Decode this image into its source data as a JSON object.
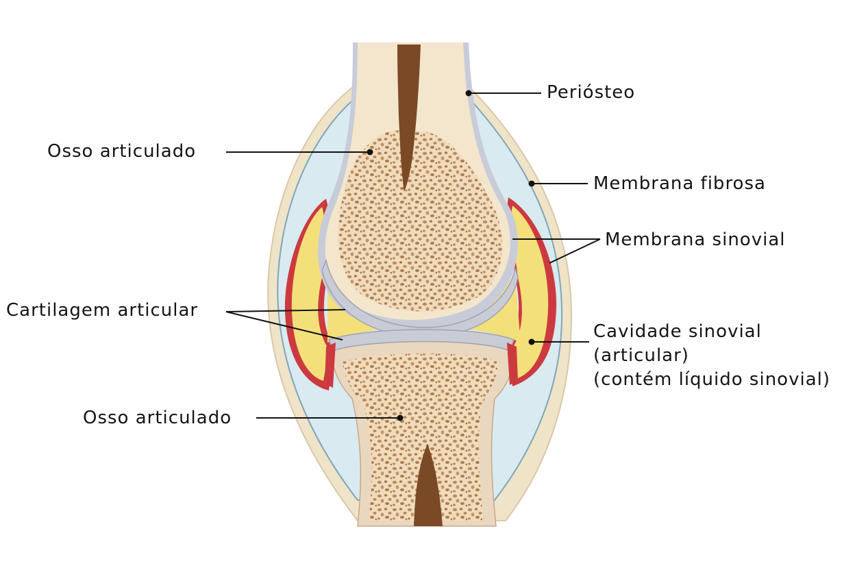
{
  "labels": {
    "periosteo": "Periósteo",
    "osso_superior": "Osso articulado",
    "membrana_fibrosa": "Membrana fibrosa",
    "membrana_sinovial": "Membrana sinovial",
    "cartilagem": "Cartilagem articular",
    "cavidade_l1": "Cavidade sinovial",
    "cavidade_l2": "(articular)",
    "cavidade_l3": "(contém líquido sinovial)",
    "osso_inferior": "Osso articulado"
  },
  "colors": {
    "fibrous_capsule": "#efe3c8",
    "synovial_membrane": "#cc3a3f",
    "joint_space": "#d9eaf1",
    "synovial_fluid": "#f4e07a",
    "cartilage": "#c9cbd5",
    "bone": "#f3e6cc",
    "spongy_bone": "#b98a5c",
    "marrow": "#7a4a26"
  }
}
